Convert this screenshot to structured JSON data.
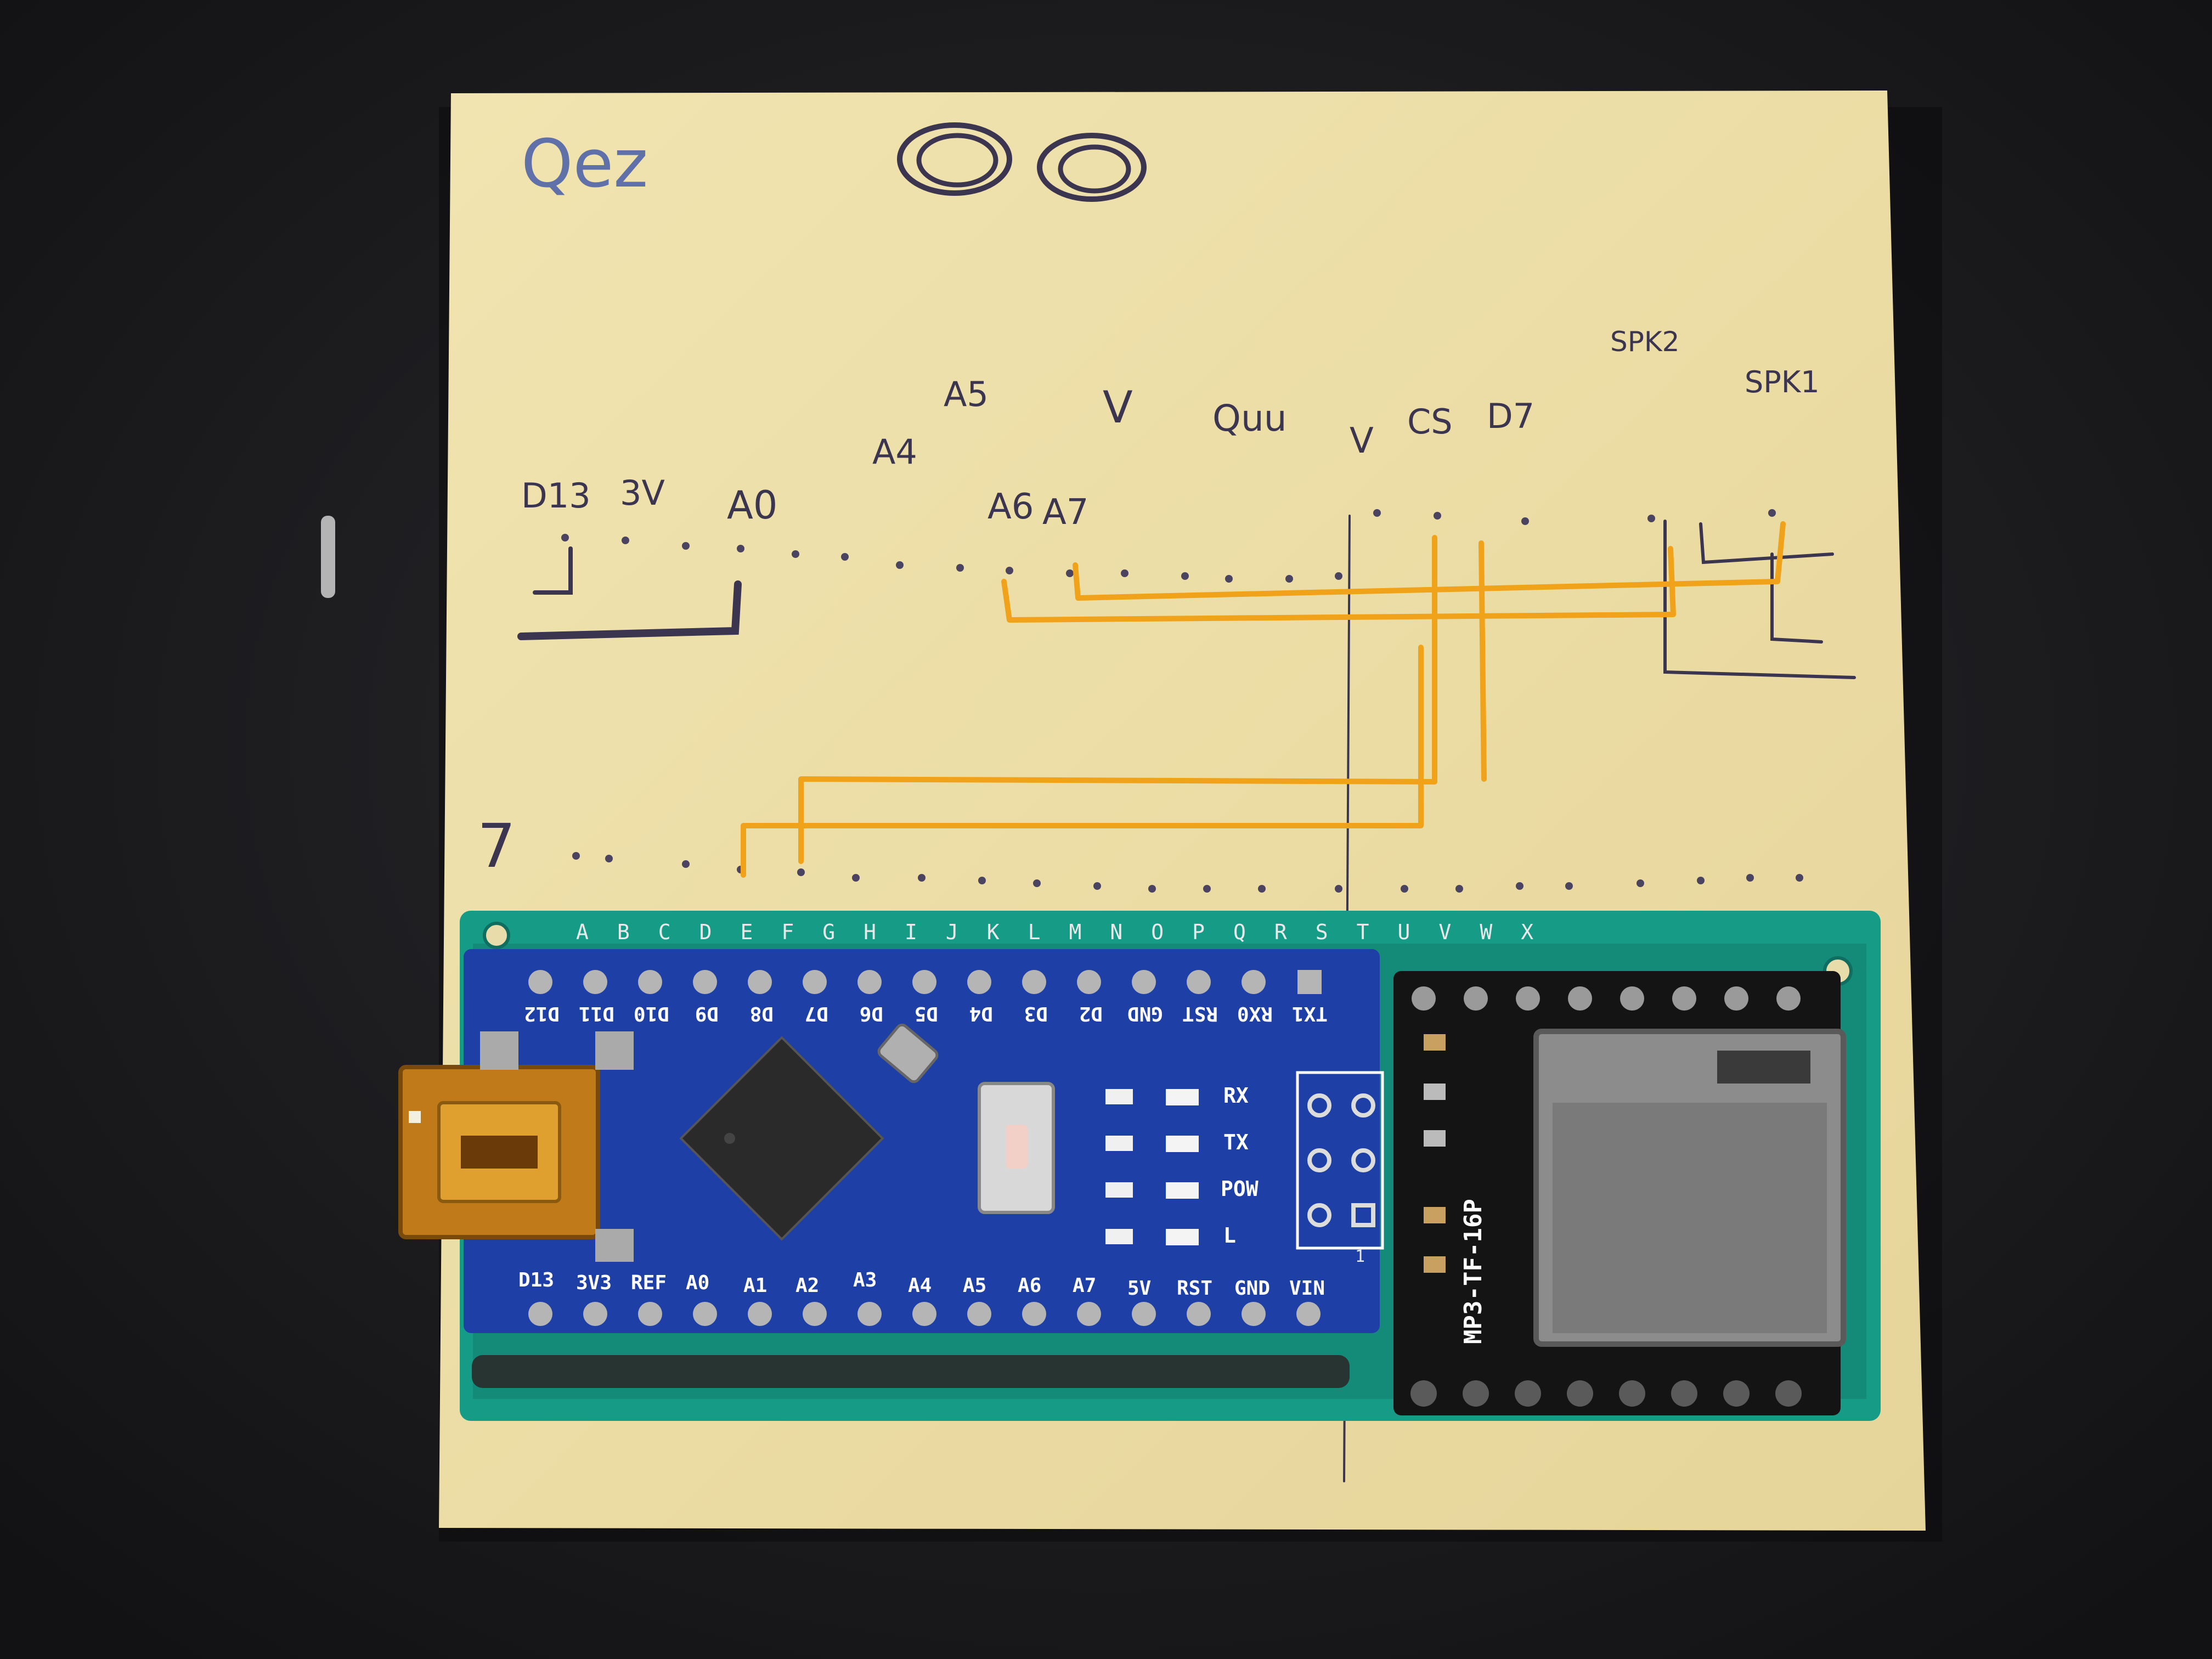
{
  "colors": {
    "background": "#1a1a1c",
    "paper": "#eee0a8",
    "orange_trace": "#f0a21a",
    "pencil": "#3b3550",
    "perfboard": "#169b87",
    "nano_pcb": "#1d3fa6",
    "mp3_module": "#141414"
  },
  "handwriting": {
    "top_note": "Qez",
    "pins_left": [
      "D13",
      "3V",
      "A0"
    ],
    "pins_mid": [
      "A4",
      "A5",
      "V",
      "A6",
      "A7",
      "Quu"
    ],
    "pins_right": [
      "V",
      "CS",
      "D7",
      "SPK2",
      "SPK1"
    ],
    "left_mark": "7"
  },
  "nano": {
    "top_pins": [
      "D12",
      "D11",
      "D10",
      "D9",
      "D8",
      "D7",
      "D6",
      "D5",
      "D4",
      "D3",
      "D2",
      "GND",
      "RST",
      "RX0",
      "TX1"
    ],
    "bottom_pins": [
      "D13",
      "3V3",
      "REF",
      "A0",
      "A1",
      "A2",
      "A3",
      "A4",
      "A5",
      "A6",
      "A7",
      "5V",
      "RST",
      "GND",
      "VIN"
    ],
    "leds": [
      "RX",
      "TX",
      "POW",
      "L"
    ],
    "icsp_label": "1"
  },
  "perfboard": {
    "row_letters": "ABCDEFGHIJKLMNOPQRSTUVWX"
  },
  "mp3": {
    "label": "MP3-TF-16P"
  }
}
